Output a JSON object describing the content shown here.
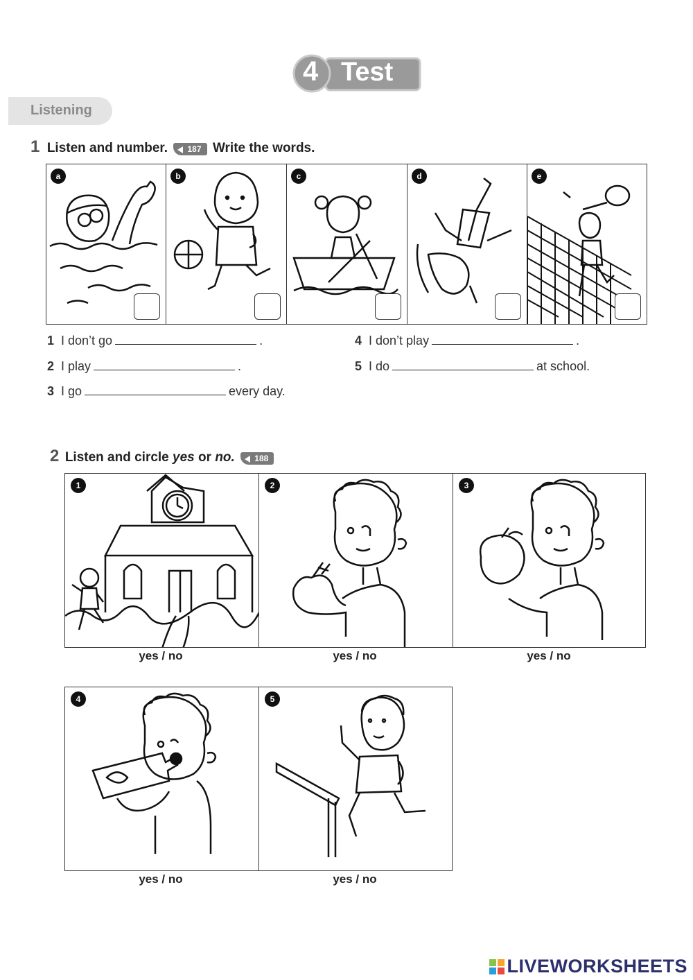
{
  "header": {
    "title_number": "4",
    "title_word": "Test",
    "section": "Listening"
  },
  "exercise1": {
    "number": "1",
    "instruction_a": "Listen and number.",
    "audio_track": "187",
    "instruction_b": "Write the words.",
    "panels": [
      {
        "letter": "a"
      },
      {
        "letter": "b"
      },
      {
        "letter": "c"
      },
      {
        "letter": "d"
      },
      {
        "letter": "e"
      }
    ],
    "sentences": [
      {
        "num": "1",
        "before": "I don’t go",
        "after": "."
      },
      {
        "num": "2",
        "before": "I play",
        "after": "."
      },
      {
        "num": "3",
        "before": "I go",
        "after": "every day."
      },
      {
        "num": "4",
        "before": "I don’t play",
        "after": "."
      },
      {
        "num": "5",
        "before": "I do",
        "after": "at school."
      }
    ]
  },
  "exercise2": {
    "number": "2",
    "instruction_pre": "Listen and circle ",
    "yes_word": "yes",
    "or_word": " or ",
    "no_word": "no.",
    "audio_track": "188",
    "panels": [
      {
        "num": "1",
        "answer": "yes / no"
      },
      {
        "num": "2",
        "answer": "yes / no"
      },
      {
        "num": "3",
        "answer": "yes / no"
      },
      {
        "num": "4",
        "answer": "yes / no"
      },
      {
        "num": "5",
        "answer": "yes / no"
      }
    ]
  },
  "footer": {
    "brand": "LIVEWORKSHEETS"
  }
}
